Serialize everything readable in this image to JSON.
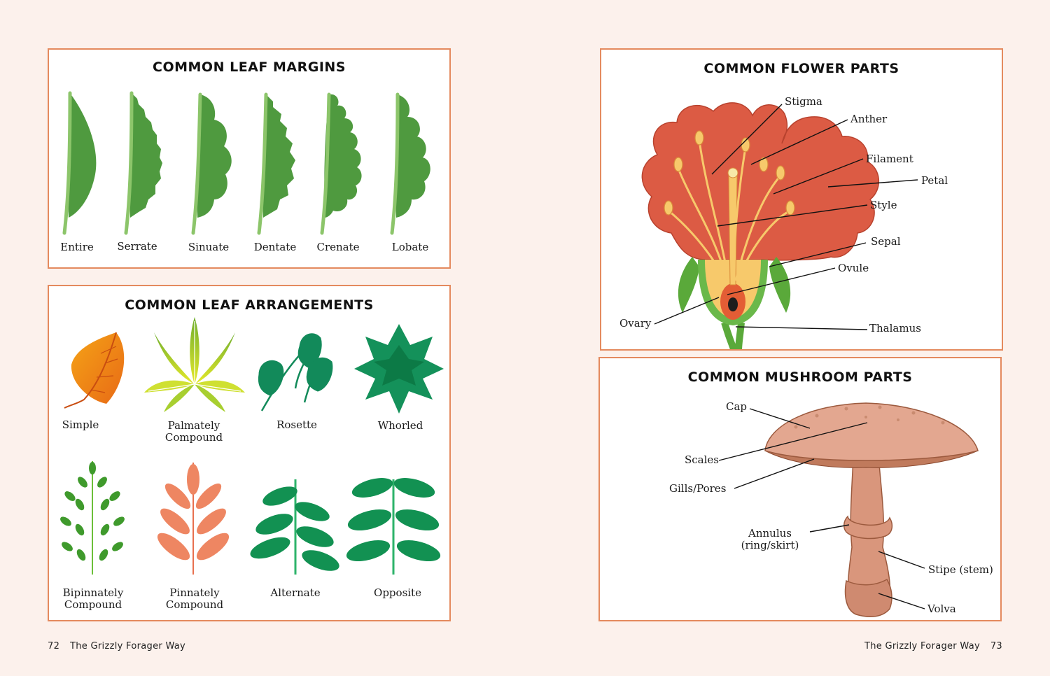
{
  "left_page": {
    "leaf_margins": {
      "title": "COMMON LEAF MARGINS",
      "items": [
        "Entire",
        "Serrate",
        "Sinuate",
        "Dentate",
        "Crenate",
        "Lobate"
      ]
    },
    "leaf_arrangements": {
      "title": "COMMON LEAF ARRANGEMENTS",
      "items": [
        {
          "line1": "Simple",
          "line2": ""
        },
        {
          "line1": "Palmately",
          "line2": "Compound"
        },
        {
          "line1": "Rosette",
          "line2": ""
        },
        {
          "line1": "Whorled",
          "line2": ""
        },
        {
          "line1": "Bipinnately",
          "line2": "Compound"
        },
        {
          "line1": "Pinnately",
          "line2": "Compound"
        },
        {
          "line1": "Alternate",
          "line2": ""
        },
        {
          "line1": "Opposite",
          "line2": ""
        }
      ]
    },
    "footer": {
      "page_number": "72",
      "book_title": "The Grizzly Forager Way"
    }
  },
  "right_page": {
    "flower_parts": {
      "title": "COMMON FLOWER PARTS",
      "labels": [
        "Stigma",
        "Anther",
        "Filament",
        "Petal",
        "Style",
        "Sepal",
        "Ovule",
        "Ovary",
        "Thalamus"
      ]
    },
    "mushroom_parts": {
      "title": "COMMON MUSHROOM PARTS",
      "labels": [
        "Cap",
        "Scales",
        "Gills/Pores",
        "Annulus",
        "(ring/skirt)",
        "Stipe (stem)",
        "Volva"
      ]
    },
    "footer": {
      "book_title": "The Grizzly Forager Way",
      "page_number": "73"
    }
  },
  "colors": {
    "page_bg": "#fcf1ec",
    "panel_border": "#e48a5e",
    "leaf_green": "#4f9a3f",
    "stem_green": "#8cc56a",
    "petal_red": "#dc5b44",
    "mushroom_cap": "#e3a790",
    "mushroom_stem": "#d9967c",
    "teal_leaf": "#14915a"
  }
}
